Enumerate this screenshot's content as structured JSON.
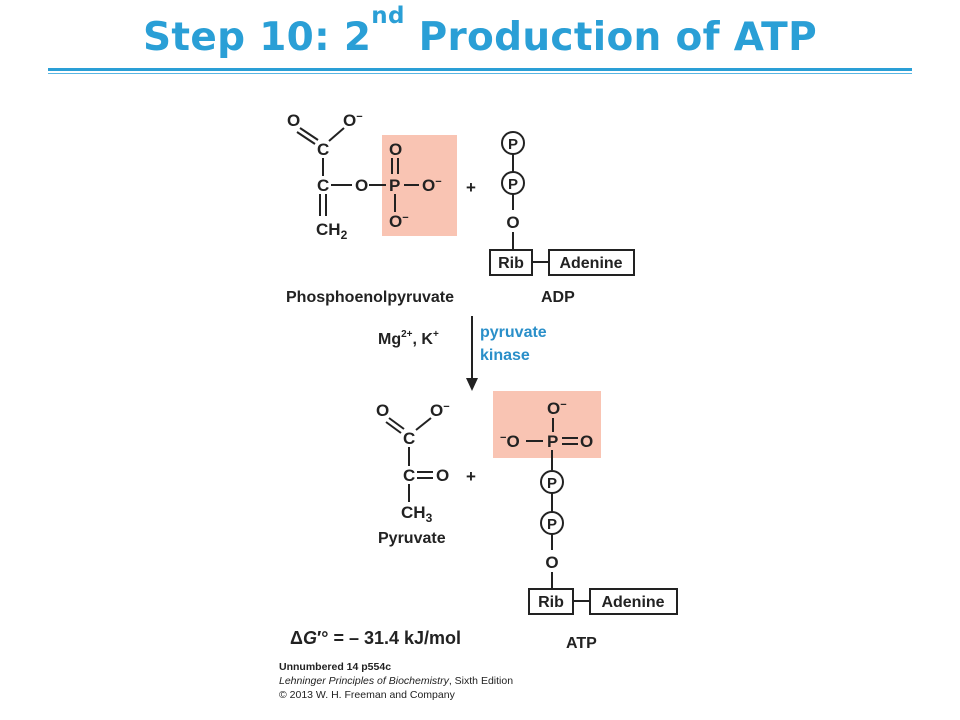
{
  "title": {
    "prefix": "Step 10: 2",
    "superscript": "nd",
    "suffix": " Production of ATP"
  },
  "diagram": {
    "pep": {
      "o_top_left": "O",
      "o_minus_top": "O",
      "minus": "−",
      "c_carboxyl": "C",
      "c_enol": "C",
      "bridge_o": "O",
      "p": "P",
      "p_o_top": "O",
      "p_o_right": "O",
      "p_o_bottom": "O",
      "ch2": "CH",
      "ch2_sub": "2",
      "label": "Phosphoenolpyruvate"
    },
    "adp": {
      "p1": "P",
      "p2": "P",
      "o": "O",
      "rib": "Rib",
      "adenine": "Adenine",
      "label": "ADP"
    },
    "plus": "+",
    "cofactors": {
      "mg": "Mg",
      "mg_charge": "2+",
      "k": ", K",
      "k_charge": "+"
    },
    "enzyme": {
      "line1": "pyruvate",
      "line2": "kinase",
      "color": "#2a8fc9"
    },
    "pyruvate": {
      "o_top_left": "O",
      "o_minus_top": "O",
      "c_carboxyl": "C",
      "c_keto": "C",
      "keto_o": "O",
      "ch3": "CH",
      "ch3_sub": "3",
      "label": "Pyruvate"
    },
    "atp": {
      "o_top": "O",
      "o_left": "O",
      "p_gamma": "P",
      "o_right": "O",
      "p2": "P",
      "p3": "P",
      "o": "O",
      "rib": "Rib",
      "adenine": "Adenine",
      "label": "ATP"
    },
    "delta_g": {
      "symbol": "Δ",
      "g": "G",
      "prime_deg": "′°",
      "equals_value": " =  – 31.4 kJ/mol"
    },
    "highlight_color": "#f9c4b3"
  },
  "caption": {
    "line1": "Unnumbered 14 p554c",
    "line2_italic": "Lehninger Principles of Biochemistry",
    "line2_rest": ", Sixth Edition",
    "line3": "© 2013 W. H. Freeman and Company"
  }
}
